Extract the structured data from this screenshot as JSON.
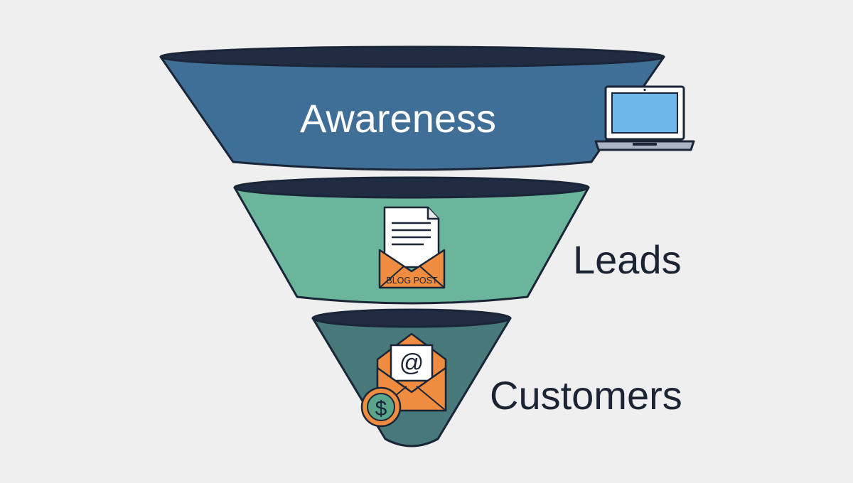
{
  "colors": {
    "background": "#efefef",
    "outline": "#1b2538",
    "awareness": "#3f6e96",
    "leads": "#6ab59b",
    "customers": "#47787a",
    "rim": "#1f2c42",
    "accent_orange": "#ef8c3f",
    "coin_green": "#5aa48c",
    "laptop_screen": "#6fb7e8",
    "laptop_body": "#a7b4c4"
  },
  "funnel": {
    "stages": [
      {
        "id": "awareness",
        "label": "Awareness",
        "icon": "laptop-icon"
      },
      {
        "id": "leads",
        "label": "Leads",
        "icon": "blog-post-envelope-icon"
      },
      {
        "id": "customers",
        "label": "Customers",
        "icon": "email-envelope-with-dollar-coin-icon"
      }
    ]
  },
  "icons": {
    "blog_post_text": "BLOG POST",
    "at_symbol": "@",
    "coin_symbol": "$"
  }
}
